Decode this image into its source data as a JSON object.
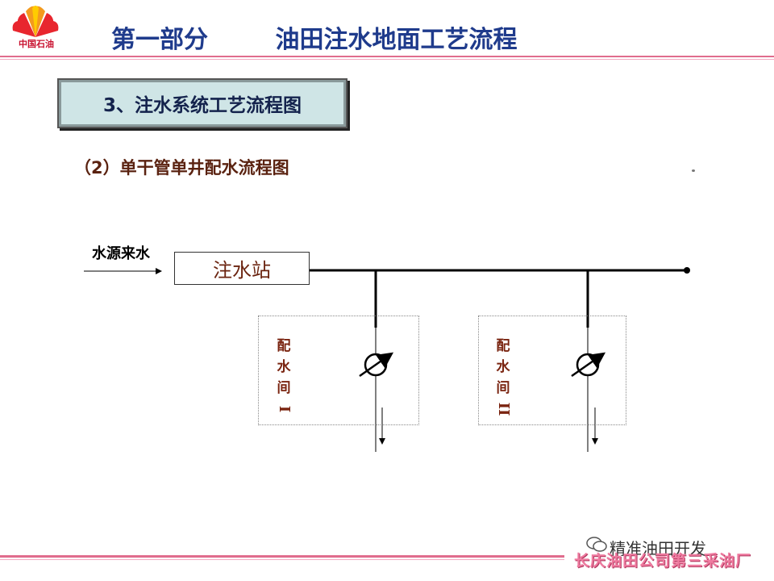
{
  "header": {
    "logo_text": "中国石油",
    "title": "第一部分        油田注水地面工艺流程",
    "brand_color": "#c8102e",
    "title_color": "#1f3b8c"
  },
  "section": {
    "heading": "3、注水系统工艺流程图",
    "subheading": "（2）单干管单井配水流程图"
  },
  "diagram": {
    "source_label": "水源来水",
    "station_label": "注水站",
    "rooms": [
      {
        "chars": [
          "配",
          "水",
          "间"
        ],
        "numeral": "I"
      },
      {
        "chars": [
          "配",
          "水",
          "间"
        ],
        "numeral": "II"
      }
    ]
  },
  "footer": {
    "watermark": "精准油田开发",
    "company": "长庆油田公司第三采油厂",
    "icon": "wechat-icon"
  }
}
